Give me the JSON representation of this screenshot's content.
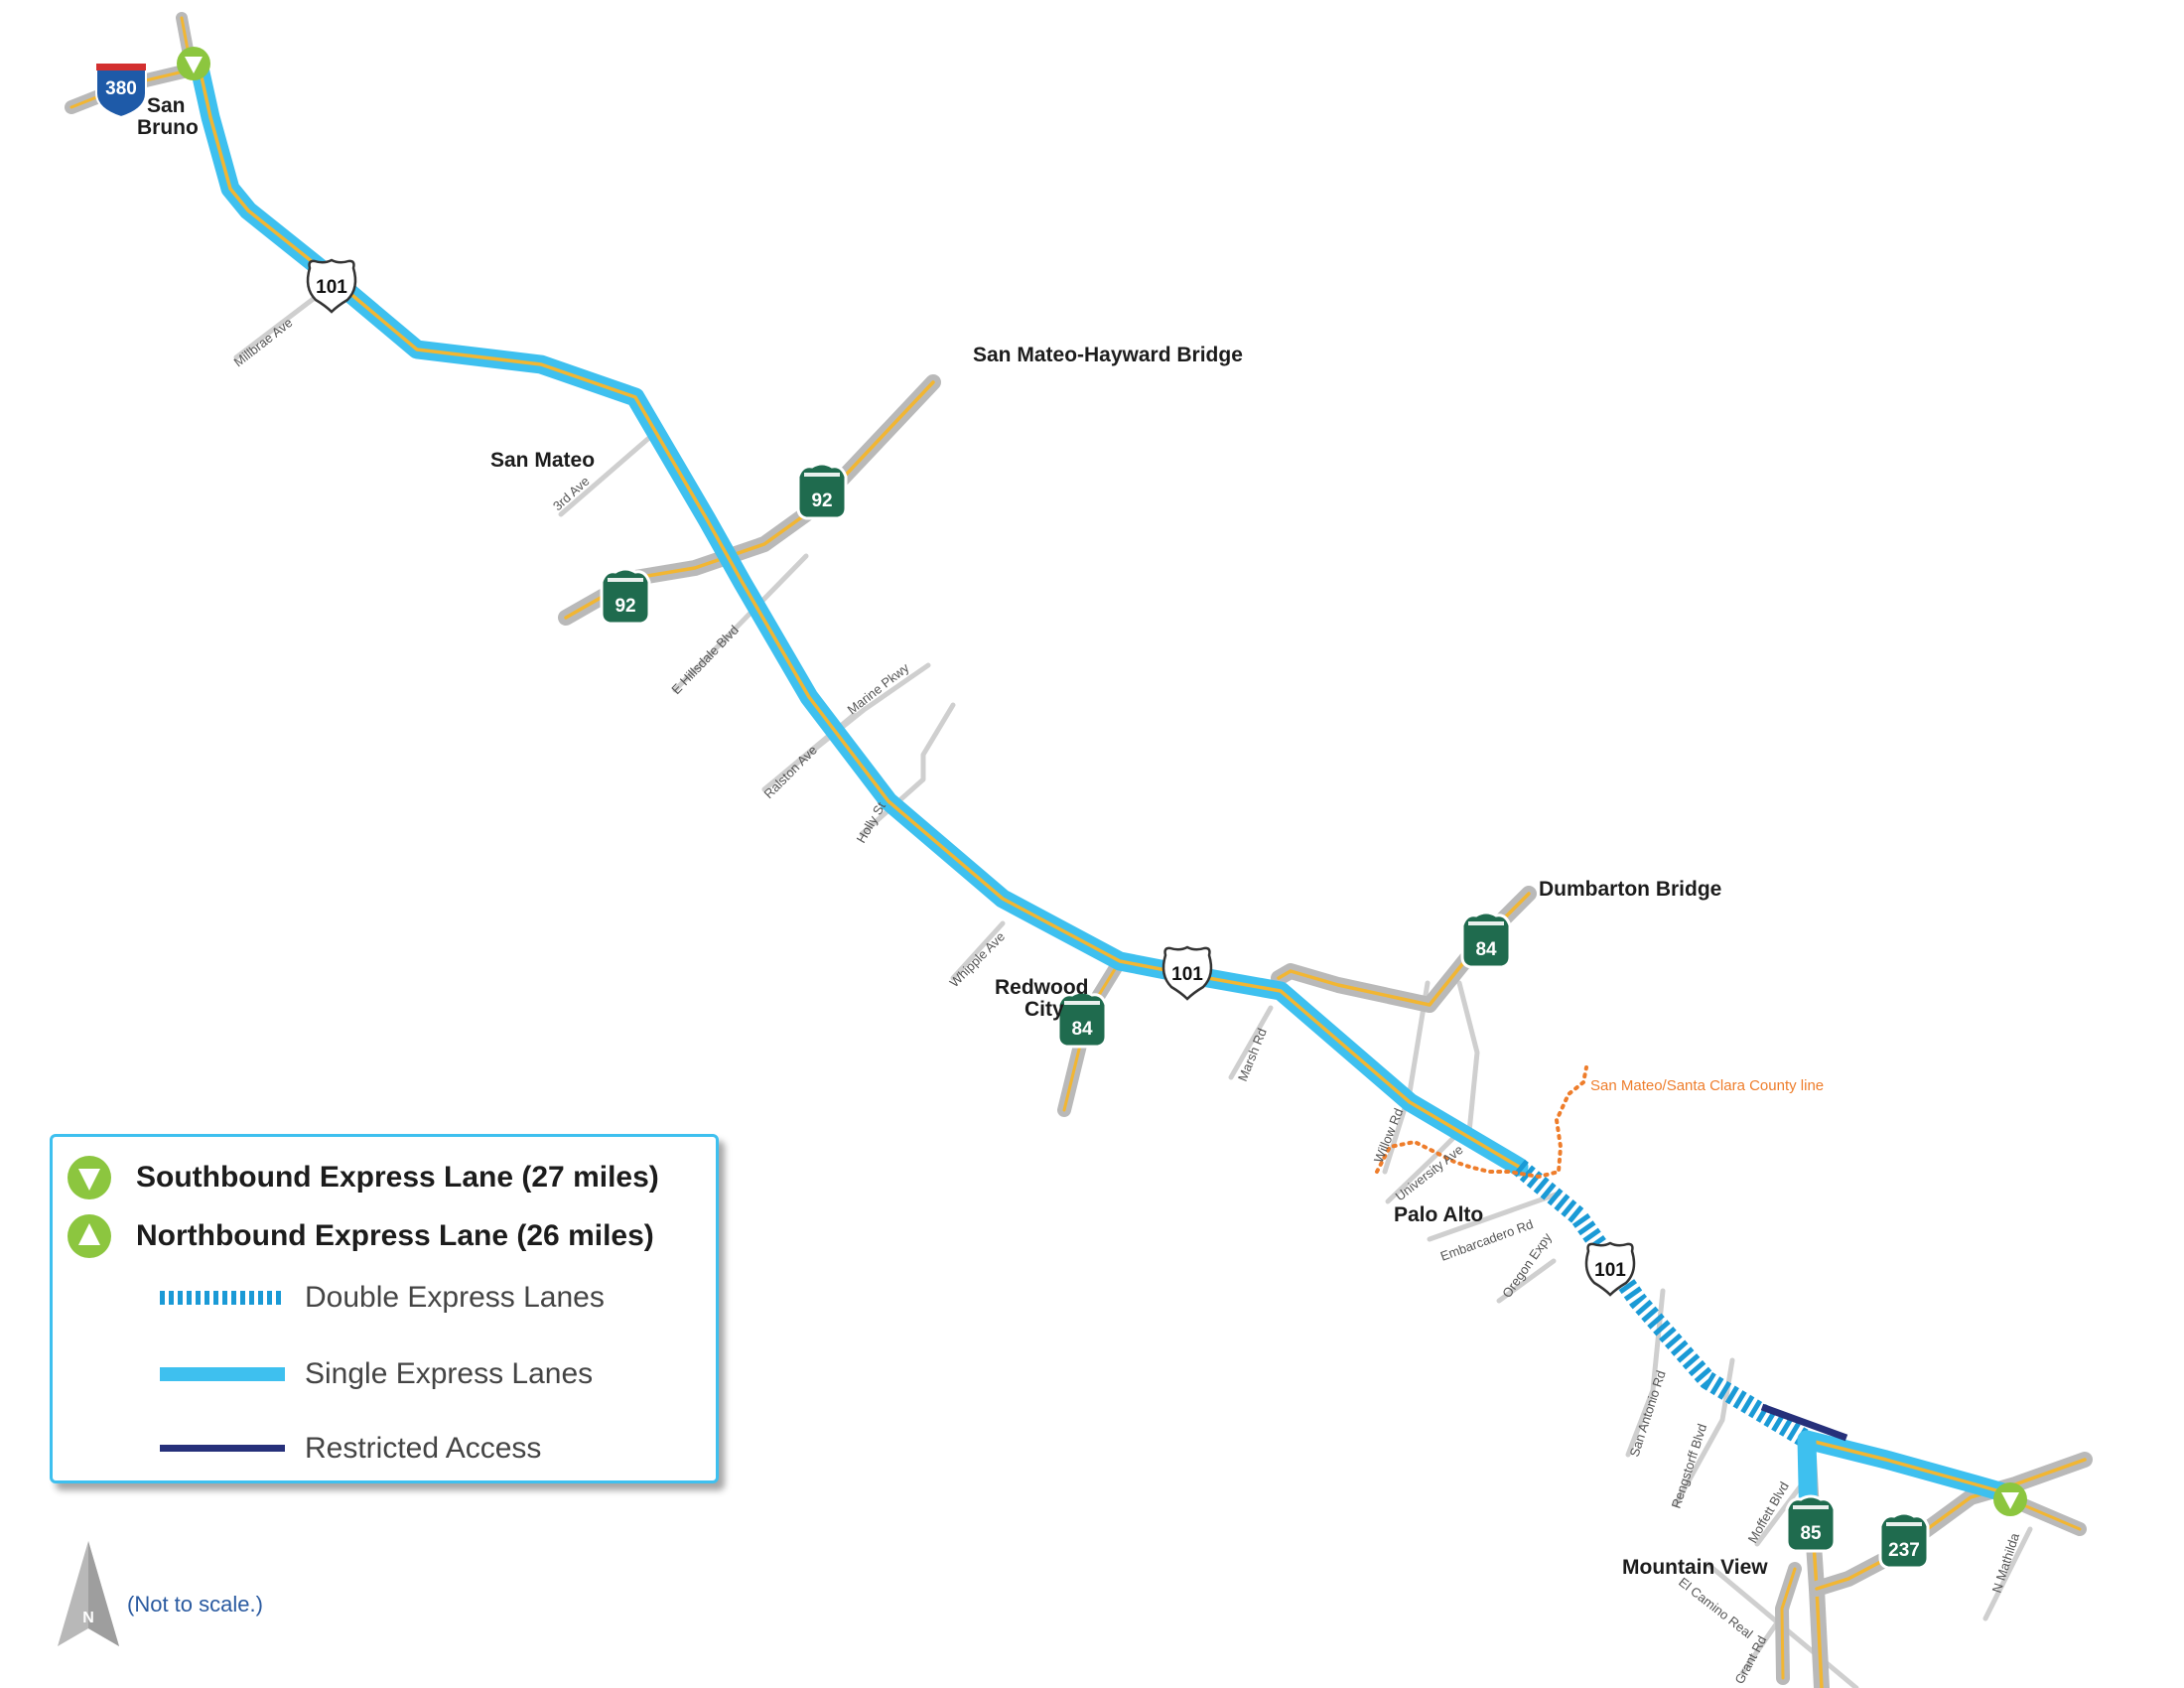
{
  "map": {
    "cities": {
      "san_bruno": [
        "San",
        "Bruno"
      ],
      "san_mateo": "San Mateo",
      "redwood_city": [
        "Redwood",
        "City"
      ],
      "palo_alto": "Palo Alto",
      "mountain_view": "Mountain View"
    },
    "bridges": {
      "san_mateo_hayward": "San Mateo-Hayward Bridge",
      "dumbarton": "Dumbarton Bridge"
    },
    "county_line": "San Mateo/Santa Clara County line",
    "streets": {
      "millbrae": "Millbrae Ave",
      "third": "3rd Ave",
      "hillsdale": "E Hillsdale Blvd",
      "marine": "Marine Pkwy",
      "ralston": "Ralston Ave",
      "holly": "Holly St",
      "whipple": "Whipple Ave",
      "marsh": "Marsh Rd",
      "willow": "Willow Rd",
      "university": "University Ave",
      "embarcadero": "Embarcadero Rd",
      "oregon": "Oregon Expy",
      "san_antonio": "San Antonio Rd",
      "rengstorff": "Rengstorff Blvd",
      "moffett": "Moffett Blvd",
      "el_camino": "El Camino Real",
      "grant": "Grant Rd",
      "mathilda": "N Mathilda"
    },
    "shields": {
      "i380": "380",
      "us101_a": "101",
      "us101_b": "101",
      "us101_c": "101",
      "sr92_a": "92",
      "sr92_b": "92",
      "sr84_a": "84",
      "sr84_b": "84",
      "sr85": "85",
      "sr237": "237"
    },
    "colors": {
      "single_lane": "#3ec0ef",
      "double_lane": "#1a9ad6",
      "restricted": "#26307a",
      "road_core": "#f2b632",
      "road_base": "#b9b9b9",
      "state_shield": "#1f6b4e",
      "marker": "#8cc63f",
      "county_line": "#ee7d2b"
    }
  },
  "legend": {
    "southbound": "Southbound Express Lane (27 miles)",
    "northbound": "Northbound Express Lane (26 miles)",
    "double": "Double Express Lanes",
    "single": "Single Express Lanes",
    "restricted": "Restricted Access"
  },
  "note": "(Not to scale.)",
  "north_label": "N"
}
